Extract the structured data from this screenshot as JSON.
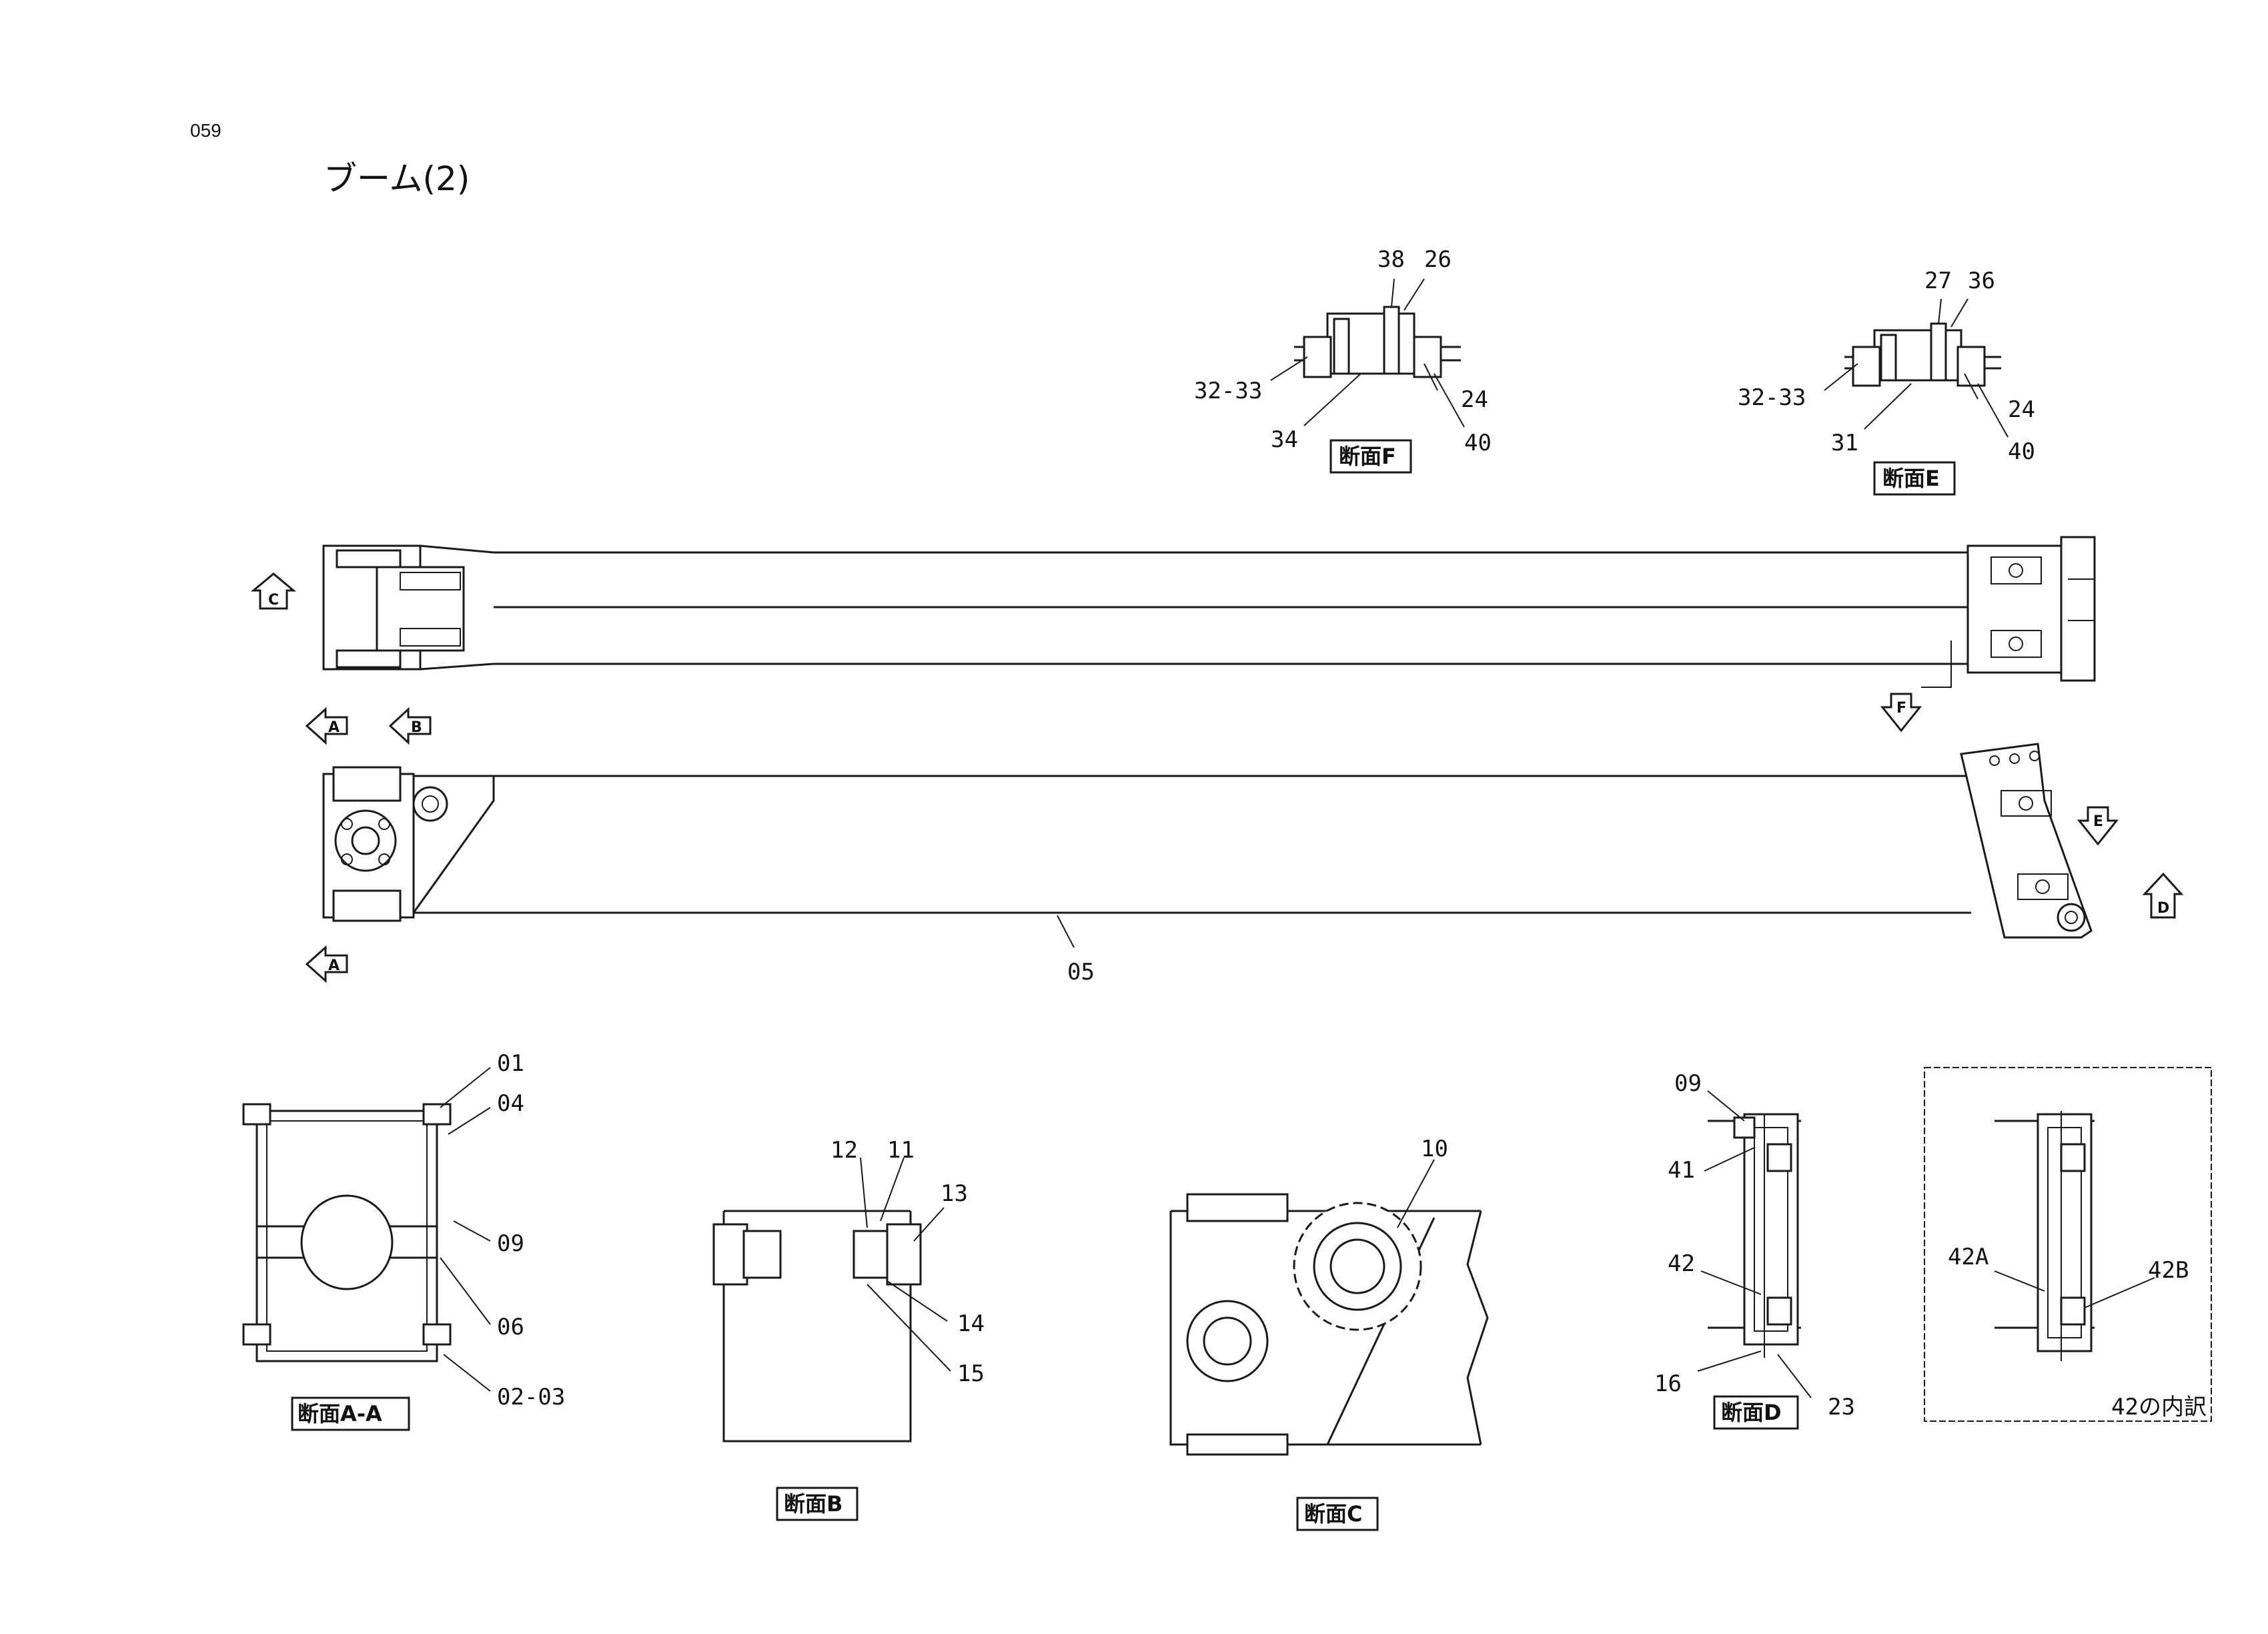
{
  "page": {
    "number": "059",
    "title": "ブーム(2)"
  },
  "view_arrows": [
    "C",
    "A",
    "B",
    "F",
    "E",
    "A",
    "D"
  ],
  "parts": {
    "p05": "05",
    "p38": "38",
    "p26": "26",
    "p32_33_f": "32-33",
    "p24_f": "24",
    "p34": "34",
    "p40_f": "40",
    "p27": "27",
    "p36": "36",
    "p32_33_e": "32-33",
    "p24_e": "24",
    "p31": "31",
    "p40_e": "40",
    "p01": "01",
    "p04": "04",
    "p09a": "09",
    "p06": "06",
    "p02_03": "02-03",
    "p12": "12",
    "p11": "11",
    "p13": "13",
    "p14": "14",
    "p15": "15",
    "p10": "10",
    "p09d": "09",
    "p41": "41",
    "p42": "42",
    "p16": "16",
    "p23": "23",
    "p42A": "42A",
    "p42B": "42B"
  },
  "sections": {
    "F": "断面F",
    "E": "断面E",
    "AA": "断面A-A",
    "B": "断面B",
    "C": "断面C",
    "D": "断面D",
    "breakdown": "42の内訳"
  }
}
